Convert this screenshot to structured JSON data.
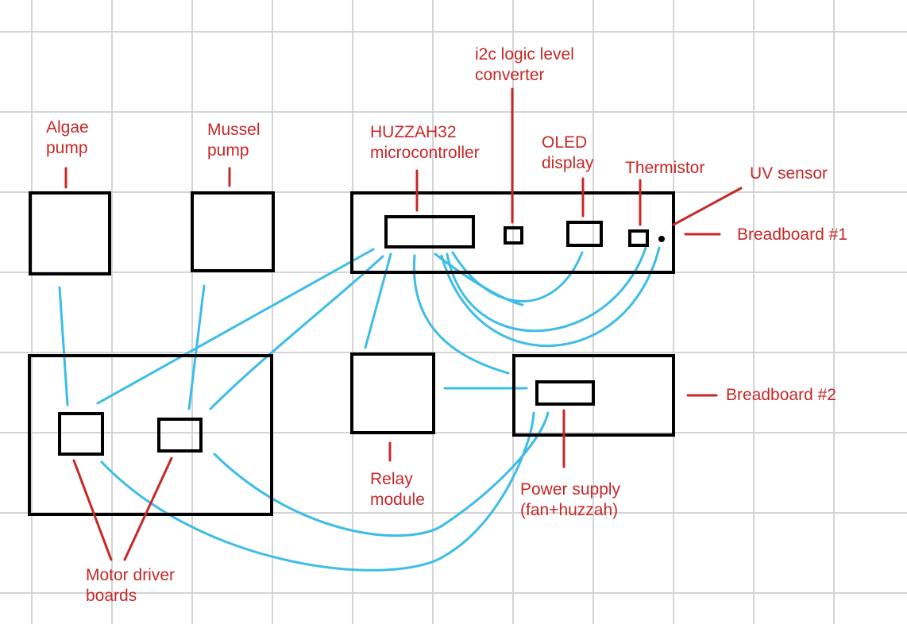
{
  "colors": {
    "grid": "#d4d4d4",
    "ink": "#000000",
    "label": "#c62828",
    "wire": "#3dbde6"
  },
  "labels": {
    "algae_pump": "Algae\npump",
    "mussel_pump": "Mussel\npump",
    "huzzah32": "HUZZAH32\nmicrocontroller",
    "i2c_converter": "i2c logic level\nconverter",
    "oled_display": "OLED\ndisplay",
    "thermistor": "Thermistor",
    "uv_sensor": "UV sensor",
    "breadboard_1": "Breadboard #1",
    "breadboard_2": "Breadboard #2",
    "relay_module": "Relay\nmodule",
    "power_supply": "Power supply\n(fan+huzzah)",
    "motor_driver_boards": "Motor driver\nboards"
  }
}
